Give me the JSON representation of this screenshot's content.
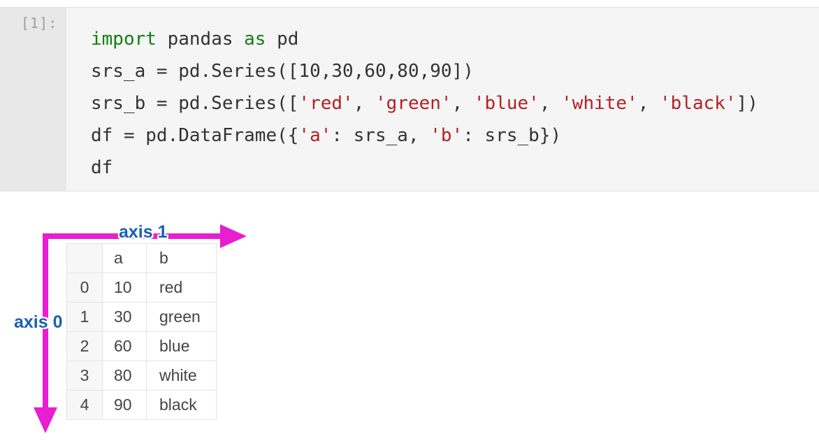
{
  "cell": {
    "prompt": "[1]:",
    "lines": [
      [
        {
          "t": "import",
          "c": "kw"
        },
        {
          "t": " pandas ",
          "c": ""
        },
        {
          "t": "as",
          "c": "kw"
        },
        {
          "t": " pd",
          "c": ""
        }
      ],
      [
        {
          "t": "srs_a = pd.Series([10,30,60,80,90])",
          "c": ""
        }
      ],
      [
        {
          "t": "srs_b = pd.Series([",
          "c": ""
        },
        {
          "t": "'red'",
          "c": "str"
        },
        {
          "t": ", ",
          "c": ""
        },
        {
          "t": "'green'",
          "c": "str"
        },
        {
          "t": ", ",
          "c": ""
        },
        {
          "t": "'blue'",
          "c": "str"
        },
        {
          "t": ", ",
          "c": ""
        },
        {
          "t": "'white'",
          "c": "str"
        },
        {
          "t": ", ",
          "c": ""
        },
        {
          "t": "'black'",
          "c": "str"
        },
        {
          "t": "])",
          "c": ""
        }
      ],
      [
        {
          "t": "df = pd.DataFrame({",
          "c": ""
        },
        {
          "t": "'a'",
          "c": "str"
        },
        {
          "t": ": srs_a, ",
          "c": ""
        },
        {
          "t": "'b'",
          "c": "str"
        },
        {
          "t": ": srs_b})",
          "c": ""
        }
      ],
      [
        {
          "t": "df",
          "c": ""
        }
      ]
    ]
  },
  "output": {
    "columns": [
      "",
      "a",
      "b"
    ],
    "rows": [
      {
        "index": "0",
        "a": "10",
        "b": "red"
      },
      {
        "index": "1",
        "a": "30",
        "b": "green"
      },
      {
        "index": "2",
        "a": "60",
        "b": "blue"
      },
      {
        "index": "3",
        "a": "80",
        "b": "white"
      },
      {
        "index": "4",
        "a": "90",
        "b": "black"
      }
    ],
    "annotations": {
      "axis1_label": "axis 1",
      "axis0_label": "axis 0",
      "arrow_color": "#e81ed0"
    }
  },
  "colors": {
    "keyword": "#107f10",
    "string": "#b22222",
    "axis_label": "#1a5fb4"
  }
}
